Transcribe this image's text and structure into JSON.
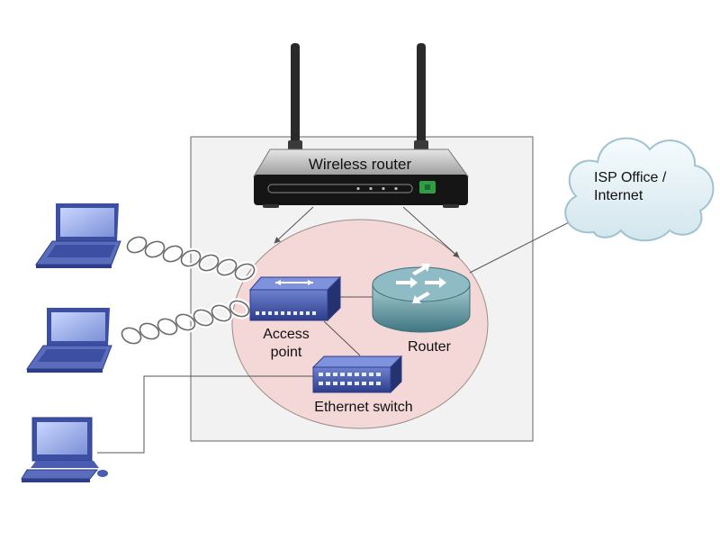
{
  "labels": {
    "wireless_router": "Wireless router",
    "isp_line1": "ISP Office /",
    "isp_line2": "Internet",
    "access_point_line1": "Access",
    "access_point_line2": "point",
    "router": "Router",
    "ethernet_switch": "Ethernet switch"
  },
  "colors": {
    "box_fill": "#f2f2f2",
    "ellipse_fill": "#f4d7d7",
    "device_blue": "#3c4fa3",
    "router_teal": "#5a8f9a",
    "cloud_fill": "#e6f2f7",
    "router_led": "#2f9e44"
  },
  "icons": [
    "laptop-icon",
    "laptop-icon",
    "desktop-computer-icon",
    "wireless-router-icon",
    "access-point-icon",
    "router-icon",
    "ethernet-switch-icon",
    "cloud-icon"
  ]
}
